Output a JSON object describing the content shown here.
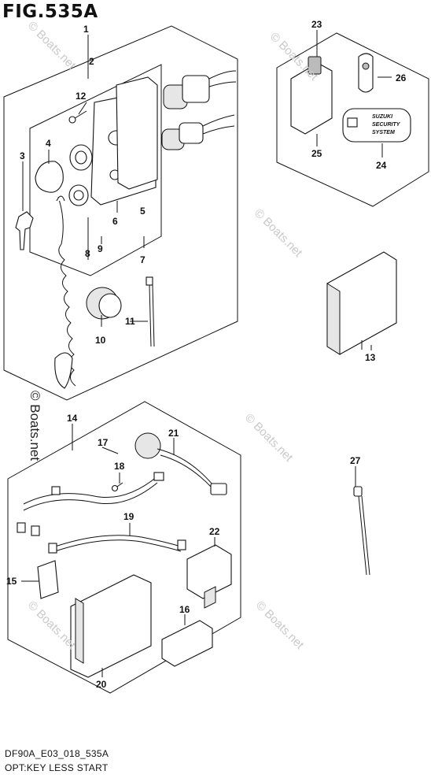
{
  "figure": {
    "title": "FIG.535A",
    "code": "DF90A_E03_018_535A",
    "subtitle": "OPT:KEY LESS START"
  },
  "watermark": {
    "text": "© Boats.net"
  },
  "callouts": [
    "1",
    "2",
    "3",
    "4",
    "5",
    "6",
    "7",
    "8",
    "9",
    "10",
    "11",
    "12",
    "13",
    "14",
    "15",
    "16",
    "17",
    "18",
    "19",
    "20",
    "21",
    "22",
    "23",
    "24",
    "25",
    "26",
    "27"
  ],
  "security_label": {
    "line1": "SUZUKI",
    "line2": "SECURITY",
    "line3": "SYSTEM"
  }
}
